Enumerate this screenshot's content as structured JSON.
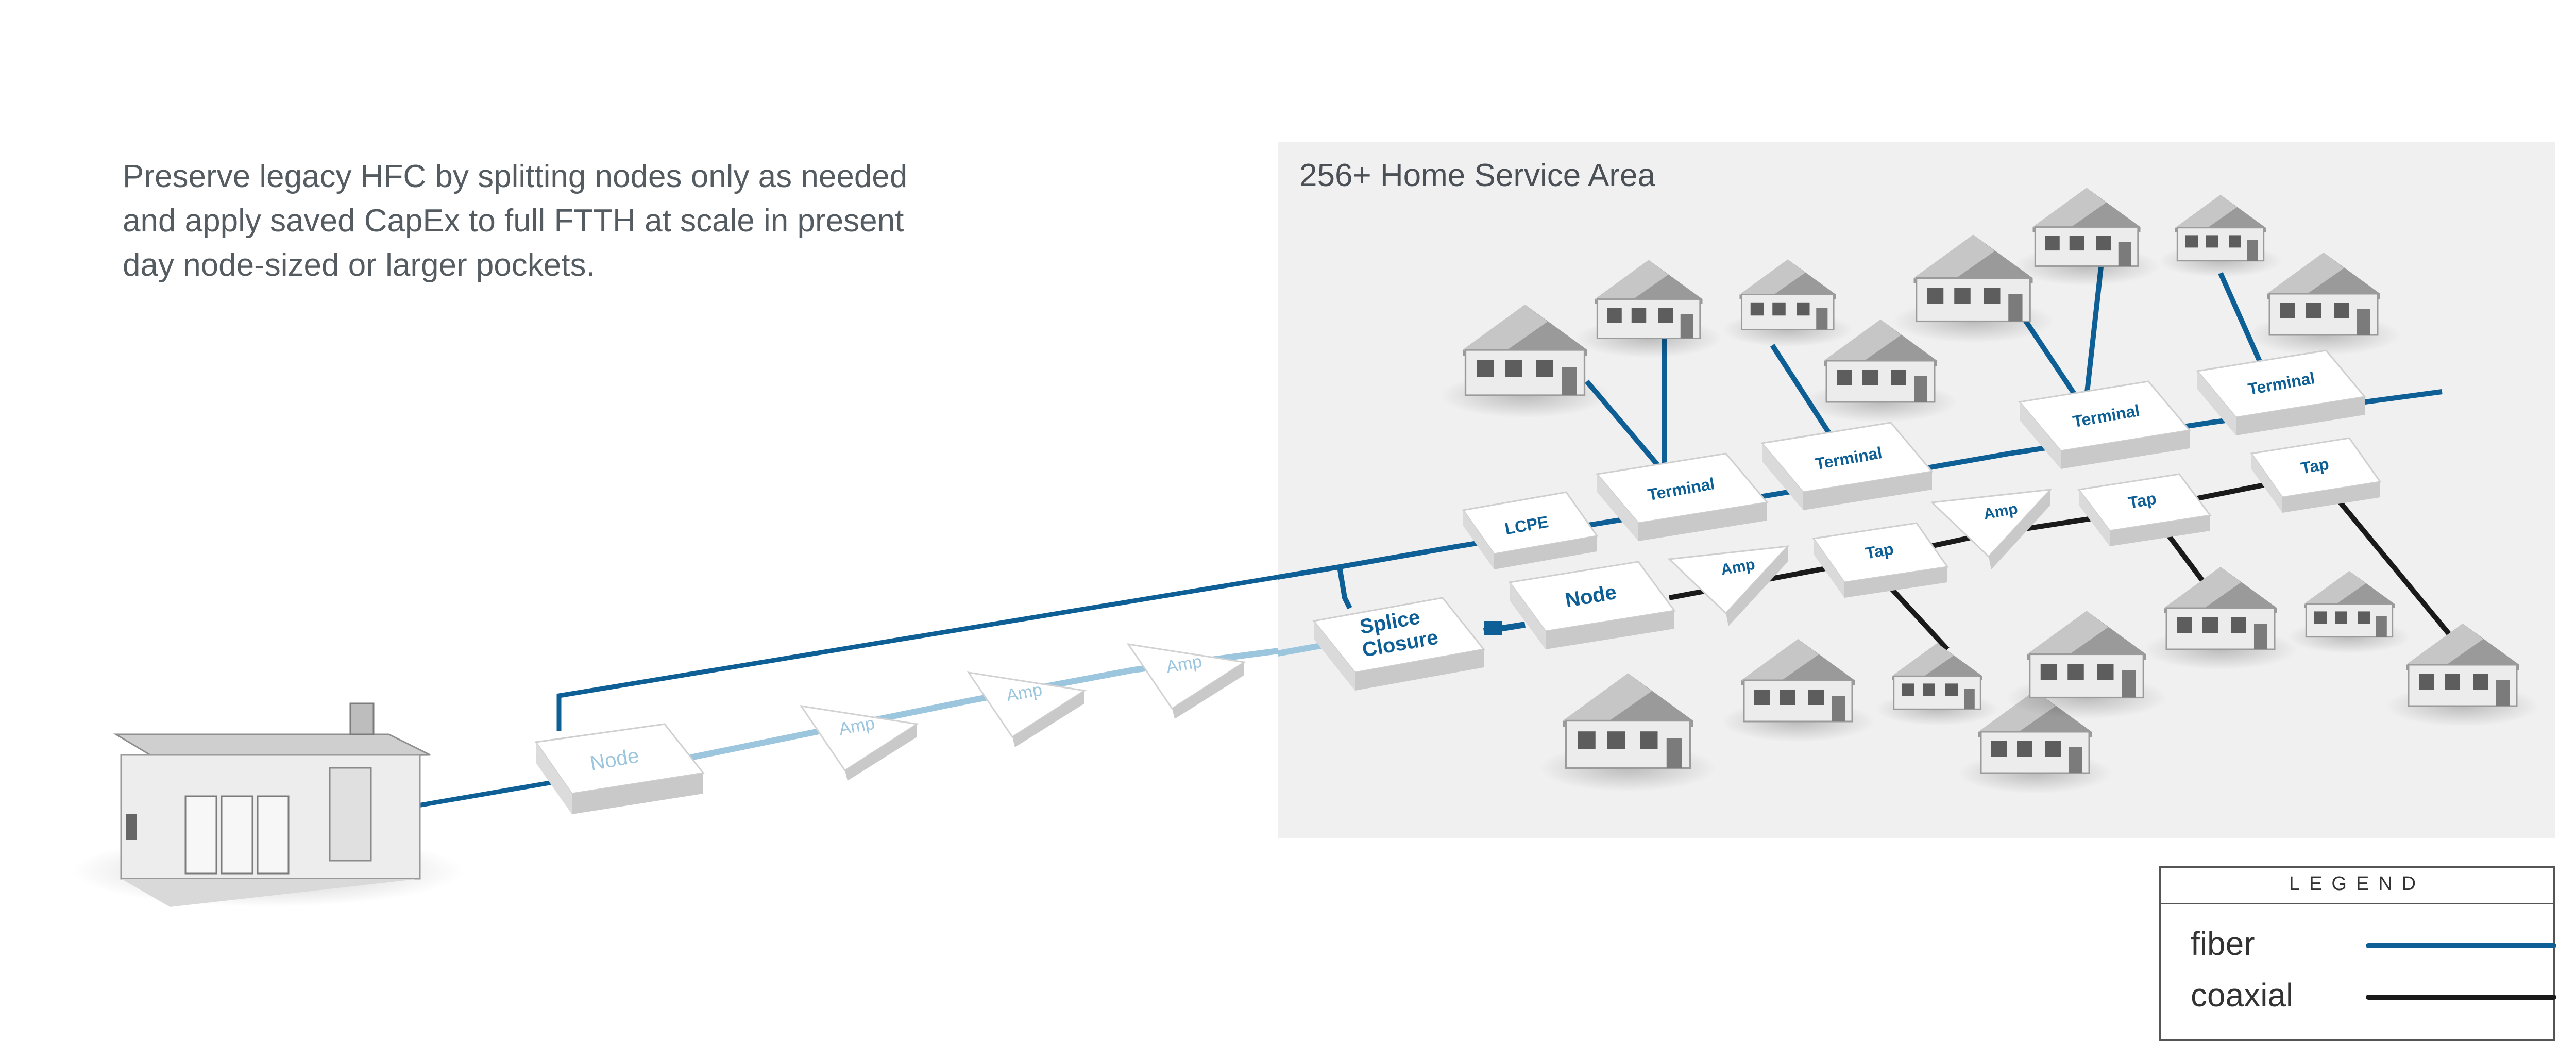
{
  "caption": {
    "lines": [
      "Preserve legacy HFC by splitting nodes only as needed",
      "and apply saved CapEx to full FTTH at scale in present",
      "day node-sized or larger pockets."
    ]
  },
  "service_area": {
    "title": "256+ Home Service Area"
  },
  "components": {
    "node_outside": "Node",
    "amp_1": "Amp",
    "amp_2": "Amp",
    "amp_3": "Amp",
    "splice_closure_line1": "Splice",
    "splice_closure_line2": "Closure",
    "lcpe": "LCPE",
    "terminal_1": "Terminal",
    "terminal_2": "Terminal",
    "terminal_3": "Terminal",
    "terminal_4": "Terminal",
    "node_inside": "Node",
    "amp_inside_1": "Amp",
    "amp_inside_2": "Amp",
    "tap_1": "Tap",
    "tap_2": "Tap",
    "tap_3": "Tap"
  },
  "legend": {
    "title": "LEGEND",
    "items": [
      {
        "label": "fiber",
        "color": "#0d5f95"
      },
      {
        "label": "coaxial",
        "color": "#1a1a1a"
      }
    ]
  },
  "colors": {
    "fiber": "#0d5f95",
    "fiber_light": "#9cc5de",
    "coax": "#1a1a1a",
    "box_top": "#ffffff",
    "box_side": "#d3d3d3",
    "service_area_bg": "#f0f0f0"
  },
  "icons": [
    "headend-building-icon",
    "house-icon"
  ]
}
